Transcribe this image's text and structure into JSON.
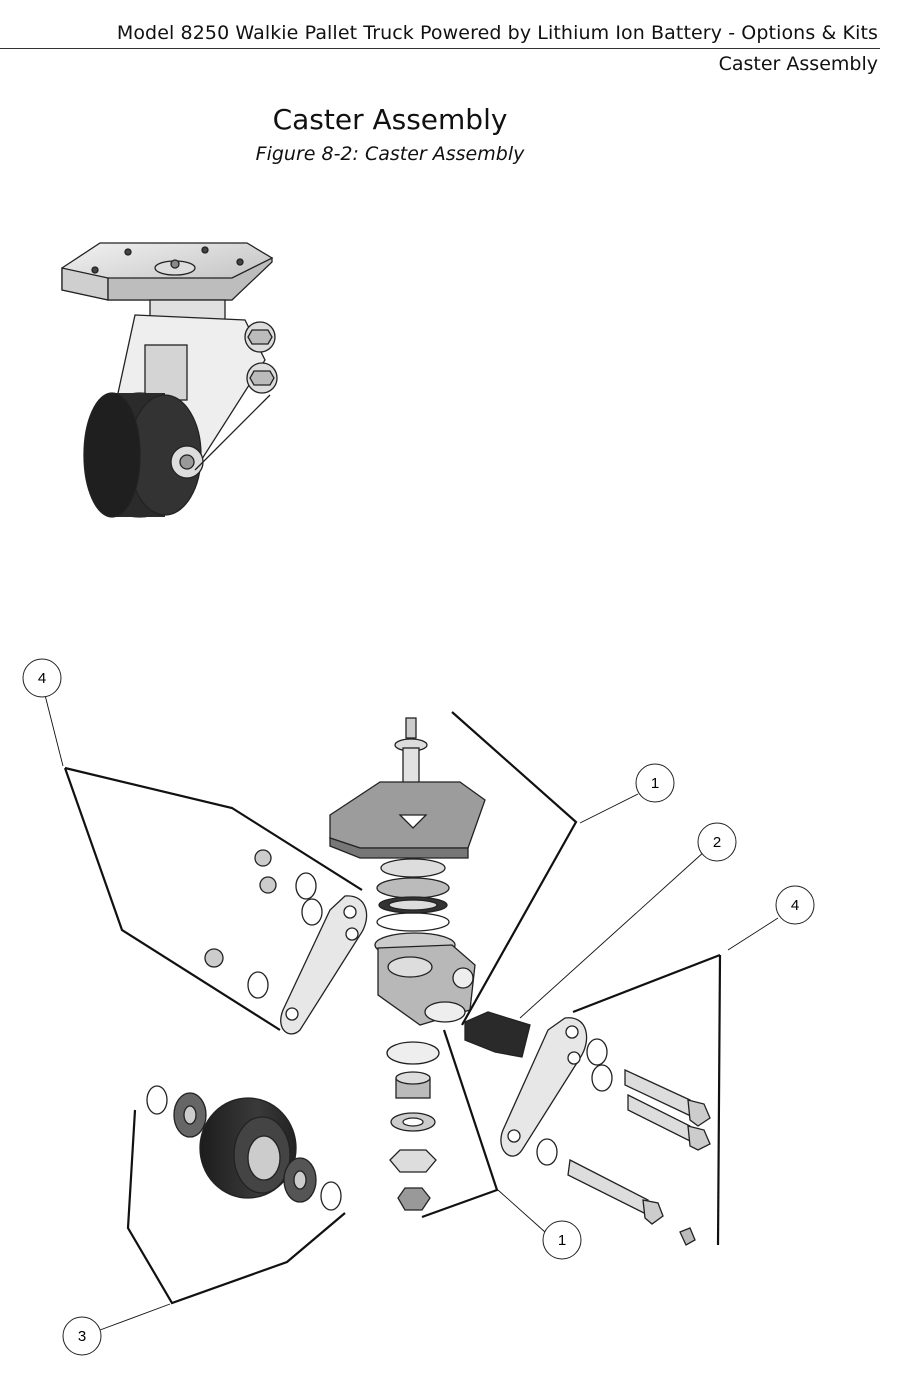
{
  "header": {
    "title": "Model 8250 Walkie Pallet Truck Powered  by Lithium Ion Battery - Options & Kits",
    "subtitle": "Caster Assembly"
  },
  "page": {
    "title": "Caster Assembly",
    "figure_caption": "Figure 8-2: Caster Assembly"
  },
  "callouts": [
    {
      "label": "4"
    },
    {
      "label": "1"
    },
    {
      "label": "2"
    },
    {
      "label": "4"
    },
    {
      "label": "1"
    },
    {
      "label": "3"
    }
  ]
}
